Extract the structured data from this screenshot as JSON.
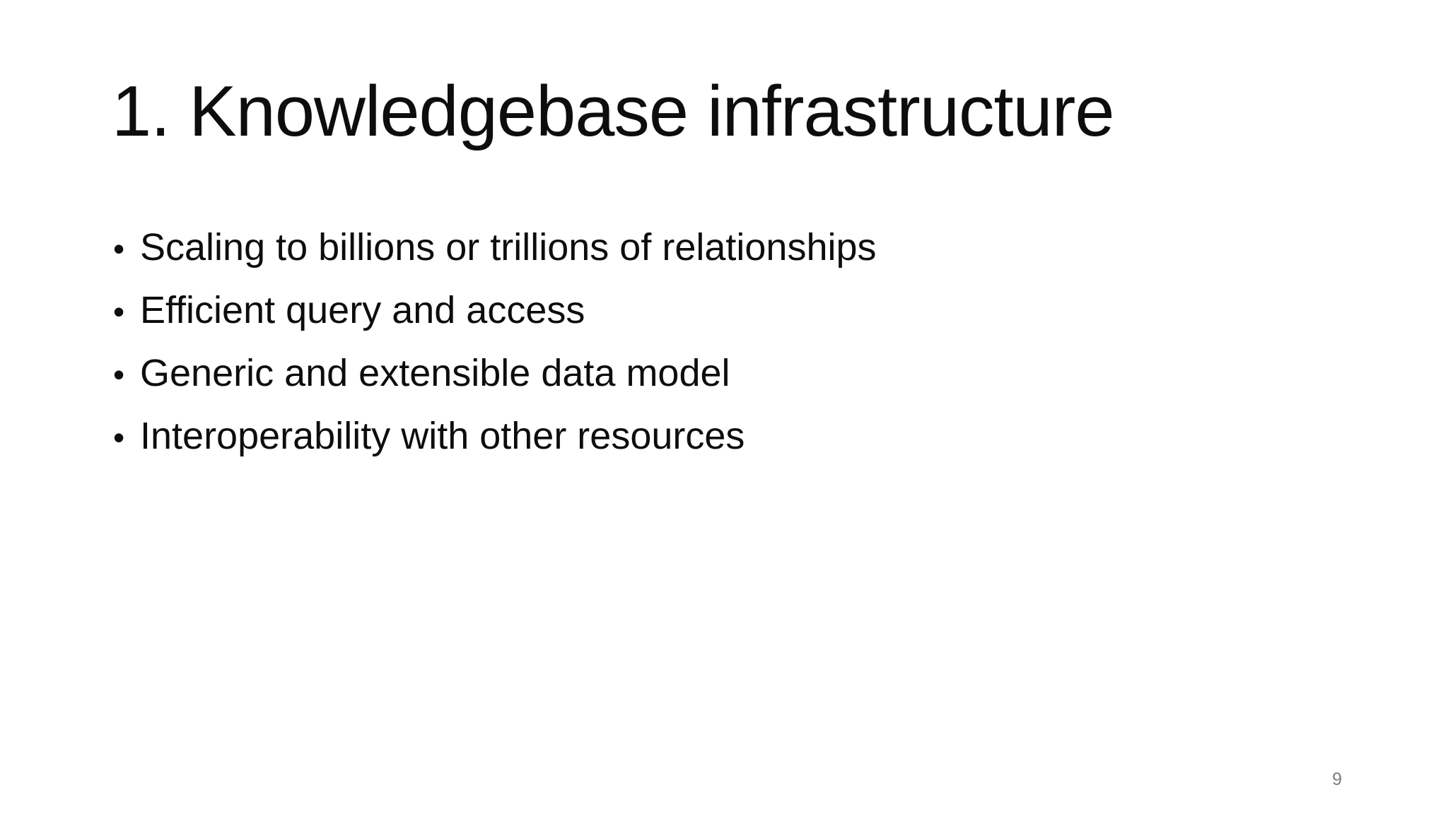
{
  "slide": {
    "title": "1. Knowledgebase infrastructure",
    "bullet_glyph": "•",
    "bullets": [
      "Scaling to billions or trillions of relationships",
      "Efficient query and access",
      "Generic and extensible data model",
      "Interoperability with other resources"
    ],
    "page_number": "9",
    "colors": {
      "background": "#ffffff",
      "text": "#0d0d0d",
      "page_number": "#7d7d7d"
    }
  }
}
